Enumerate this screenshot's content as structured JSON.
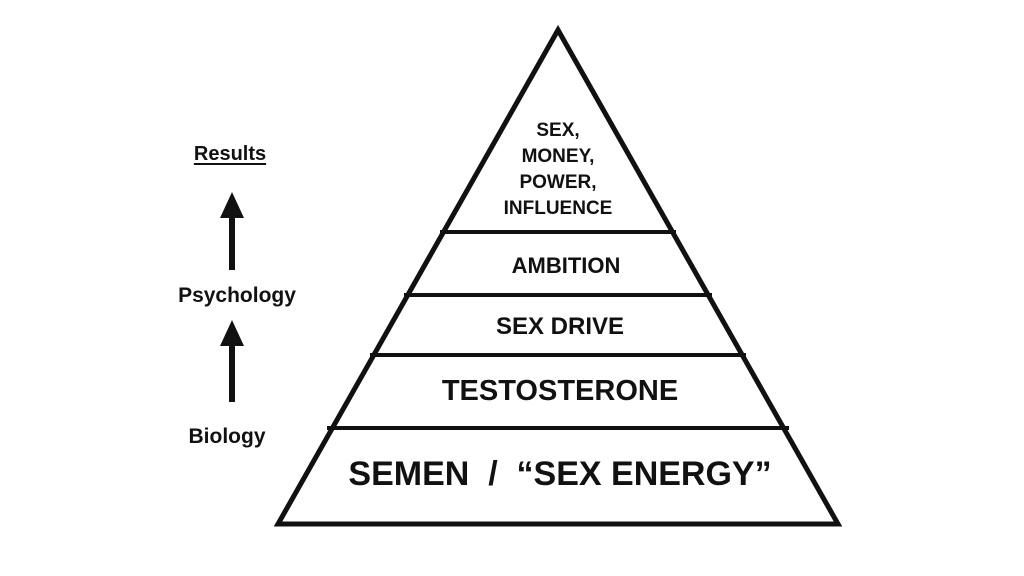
{
  "pyramid": {
    "tiers": [
      {
        "lines": [
          "SEX,",
          "MONEY,",
          "POWER,",
          "INFLUENCE"
        ]
      },
      {
        "lines": [
          "AMBITION"
        ]
      },
      {
        "lines": [
          "SEX DRIVE"
        ]
      },
      {
        "lines": [
          "TESTOSTERONE"
        ]
      },
      {
        "lines": [
          "SEMEN  /  “SEX ENERGY”"
        ]
      }
    ]
  },
  "side_axis": {
    "top_label": "Results",
    "middle_label": "Psychology",
    "bottom_label": "Biology"
  },
  "colors": {
    "ink": "#111111",
    "background": "#ffffff"
  }
}
